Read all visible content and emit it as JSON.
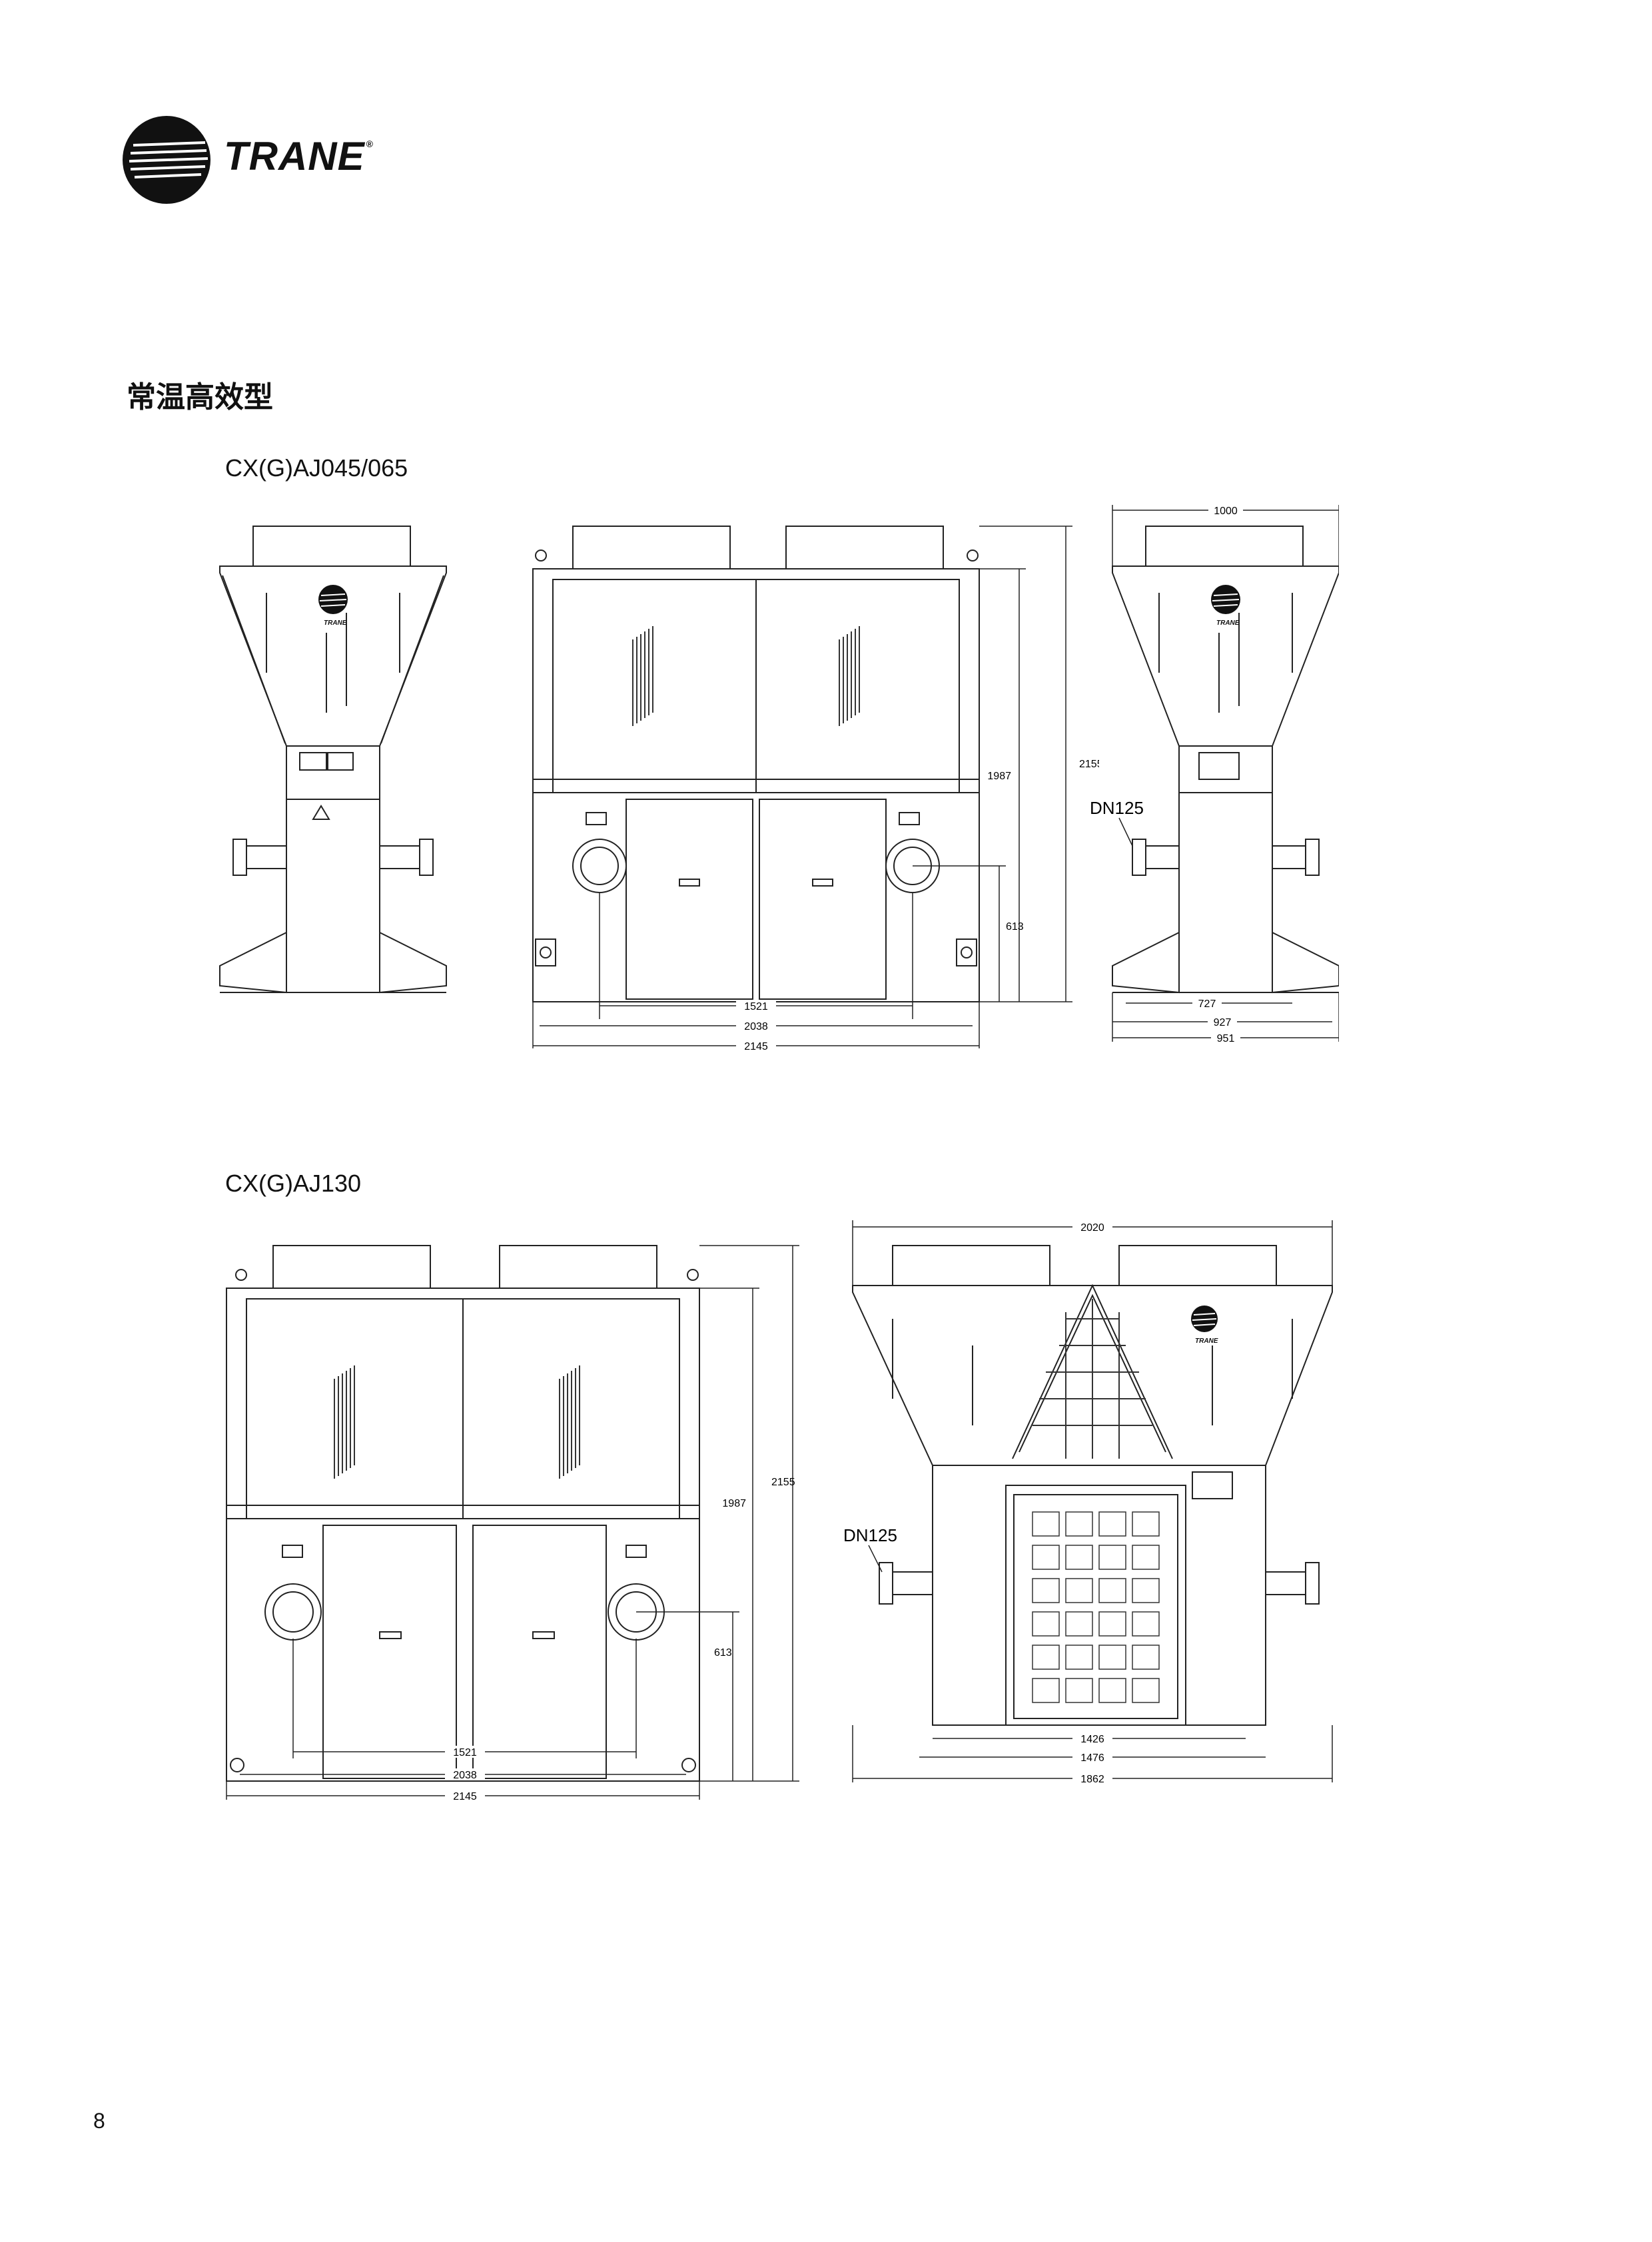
{
  "brand": {
    "name": "TRANE",
    "registered": "®"
  },
  "section_title": "常温高效型",
  "page_number": "8",
  "model_1": {
    "name": "CX(G)AJ045/065",
    "front_view": {
      "dims": {
        "pipe_spacing": "1521",
        "inner_width": "2038",
        "overall_width": "2145",
        "body_height": "1987",
        "overall_height": "2155",
        "pipe_height": "613"
      }
    },
    "side_view": {
      "dims": {
        "top_width": "1000",
        "base_inner": "727",
        "base_mid": "927",
        "base_outer": "951"
      },
      "pipe_label": "DN125"
    }
  },
  "model_2": {
    "name": "CX(G)AJ130",
    "front_view": {
      "dims": {
        "pipe_spacing": "1521",
        "inner_width": "2038",
        "overall_width": "2145",
        "body_height": "1987",
        "overall_height": "2155",
        "pipe_height": "613"
      }
    },
    "side_view": {
      "dims": {
        "top_width": "2020",
        "base_inner": "1426",
        "base_mid": "1476",
        "base_outer": "1862"
      },
      "pipe_label": "DN125"
    }
  }
}
